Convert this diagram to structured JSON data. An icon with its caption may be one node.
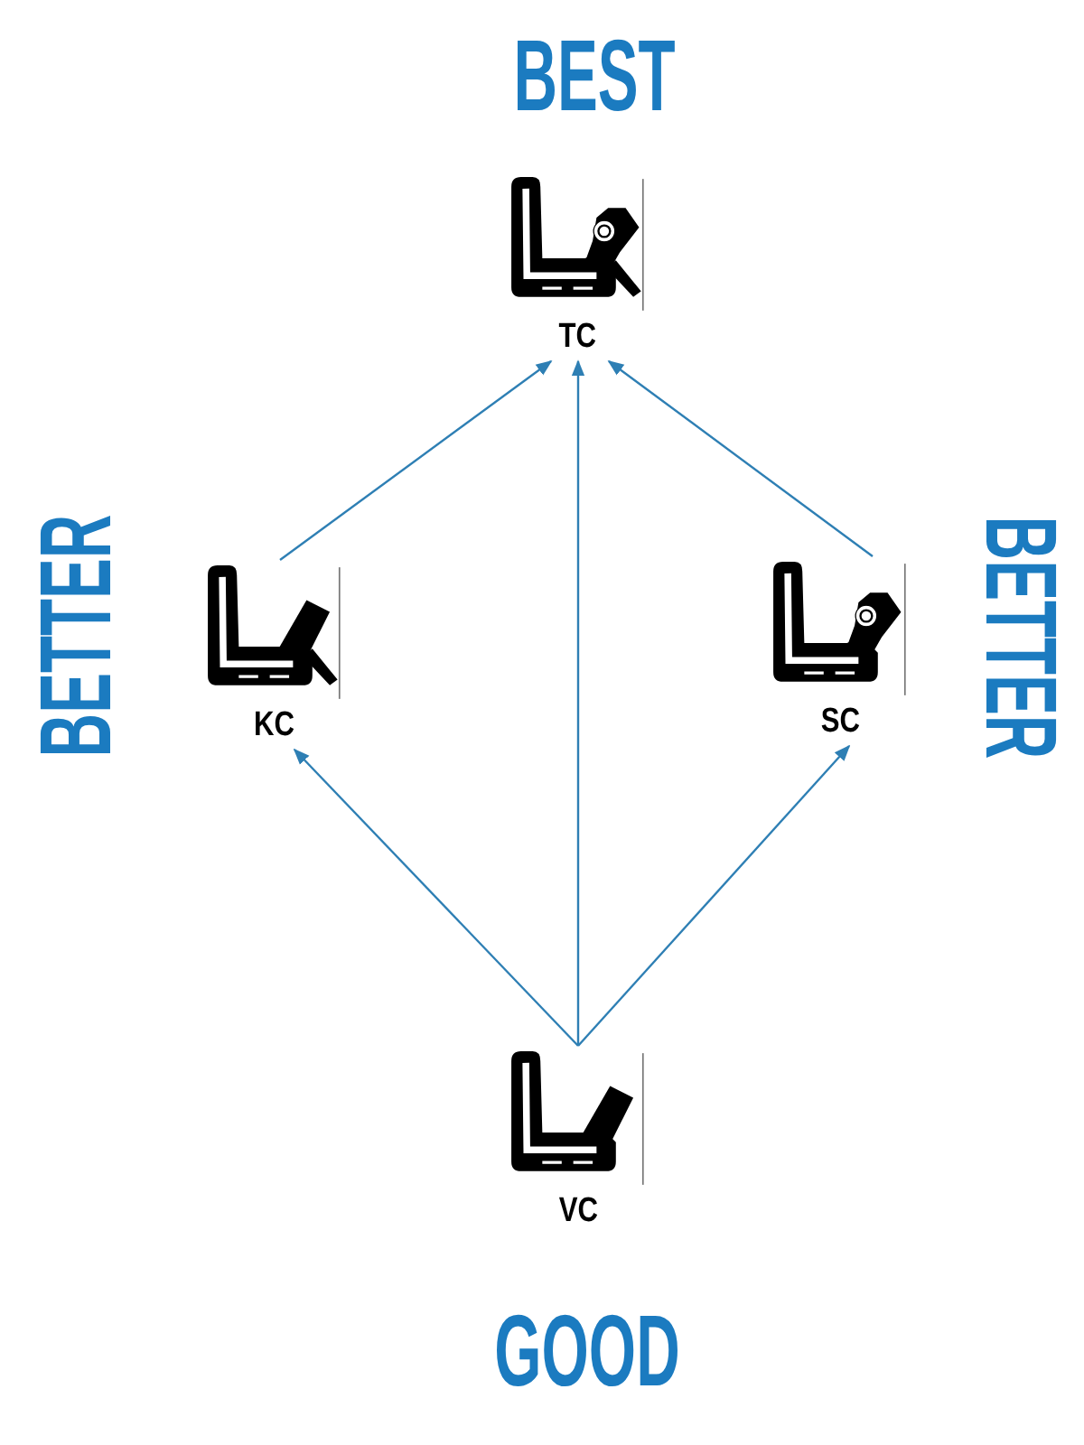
{
  "diagram": {
    "nodes": [
      {
        "text": [
          "TC"
        ],
        "beside": [
          "BEST"
        ]
      },
      {
        "text": [
          "KC"
        ],
        "beside": [
          "BETTER"
        ]
      },
      {
        "text": [
          "SC"
        ],
        "beside": [
          "BETTER"
        ]
      },
      {
        "text": [
          "VC"
        ],
        "beside": [
          "GOOD"
        ]
      }
    ],
    "edges": [
      {
        "from": 1,
        "to": 0,
        "arrow": "to"
      },
      {
        "from": 3,
        "to": 0,
        "arrow": "to"
      },
      {
        "from": 2,
        "to": 0,
        "arrow": "to"
      },
      {
        "from": 3,
        "to": 1,
        "arrow": "to"
      },
      {
        "from": 3,
        "to": 2,
        "arrow": "to"
      }
    ]
  }
}
